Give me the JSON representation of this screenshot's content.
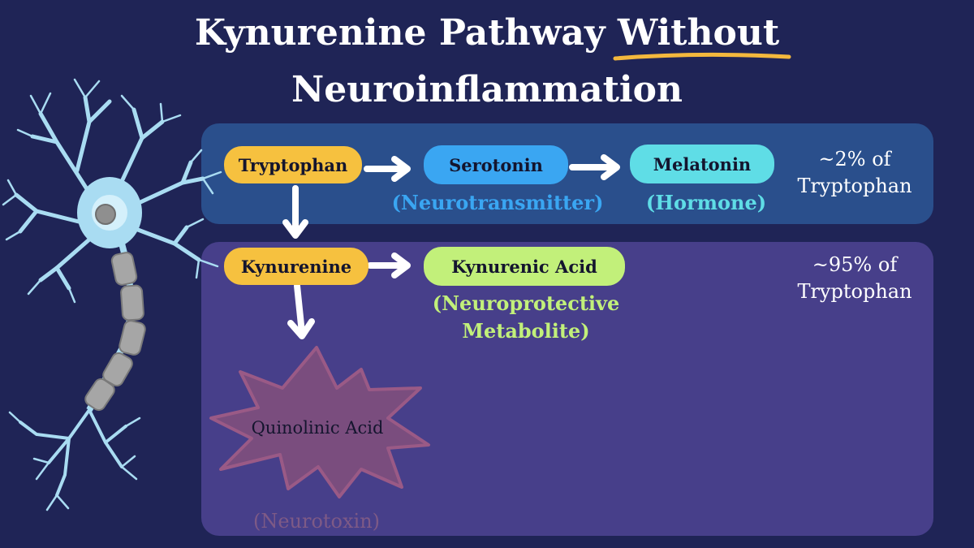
{
  "title": {
    "line1_pre": "Kynurenine Pathway ",
    "line1_em": "Without",
    "line2": "Neuroinflammation"
  },
  "nodes": {
    "tryptophan": "Tryptophan",
    "serotonin": "Serotonin",
    "melatonin": "Melatonin",
    "kynurenine": "Kynurenine",
    "kynurenic_acid": "Kynurenic Acid",
    "quinolinic_acid": "Quinolinic Acid"
  },
  "annotations": {
    "serotonin_role": "(Neurotransmitter)",
    "melatonin_role": "(Hormone)",
    "kynurenic_role_1": "(Neuroprotective",
    "kynurenic_role_2": "Metabolite)",
    "quinolinic_role": "(Neurotoxin)"
  },
  "percentages": {
    "serotonin_share_1": "~2% of",
    "serotonin_share_2": "Tryptophan",
    "kynurenine_share_1": "~95% of",
    "kynurenine_share_2": "Tryptophan"
  },
  "colors": {
    "background": "#1f2456",
    "upper_panel": "#2a4f8c",
    "lower_panel": "#473f8a",
    "tryptophan": "#f6c13f",
    "serotonin": "#3aa6f2",
    "melatonin": "#5fdde6",
    "kynurenic_acid": "#c2f07a",
    "quinolinic_star": "#7a4d7e",
    "underline": "#f3b83d",
    "neuron": "#a9dcf2"
  }
}
